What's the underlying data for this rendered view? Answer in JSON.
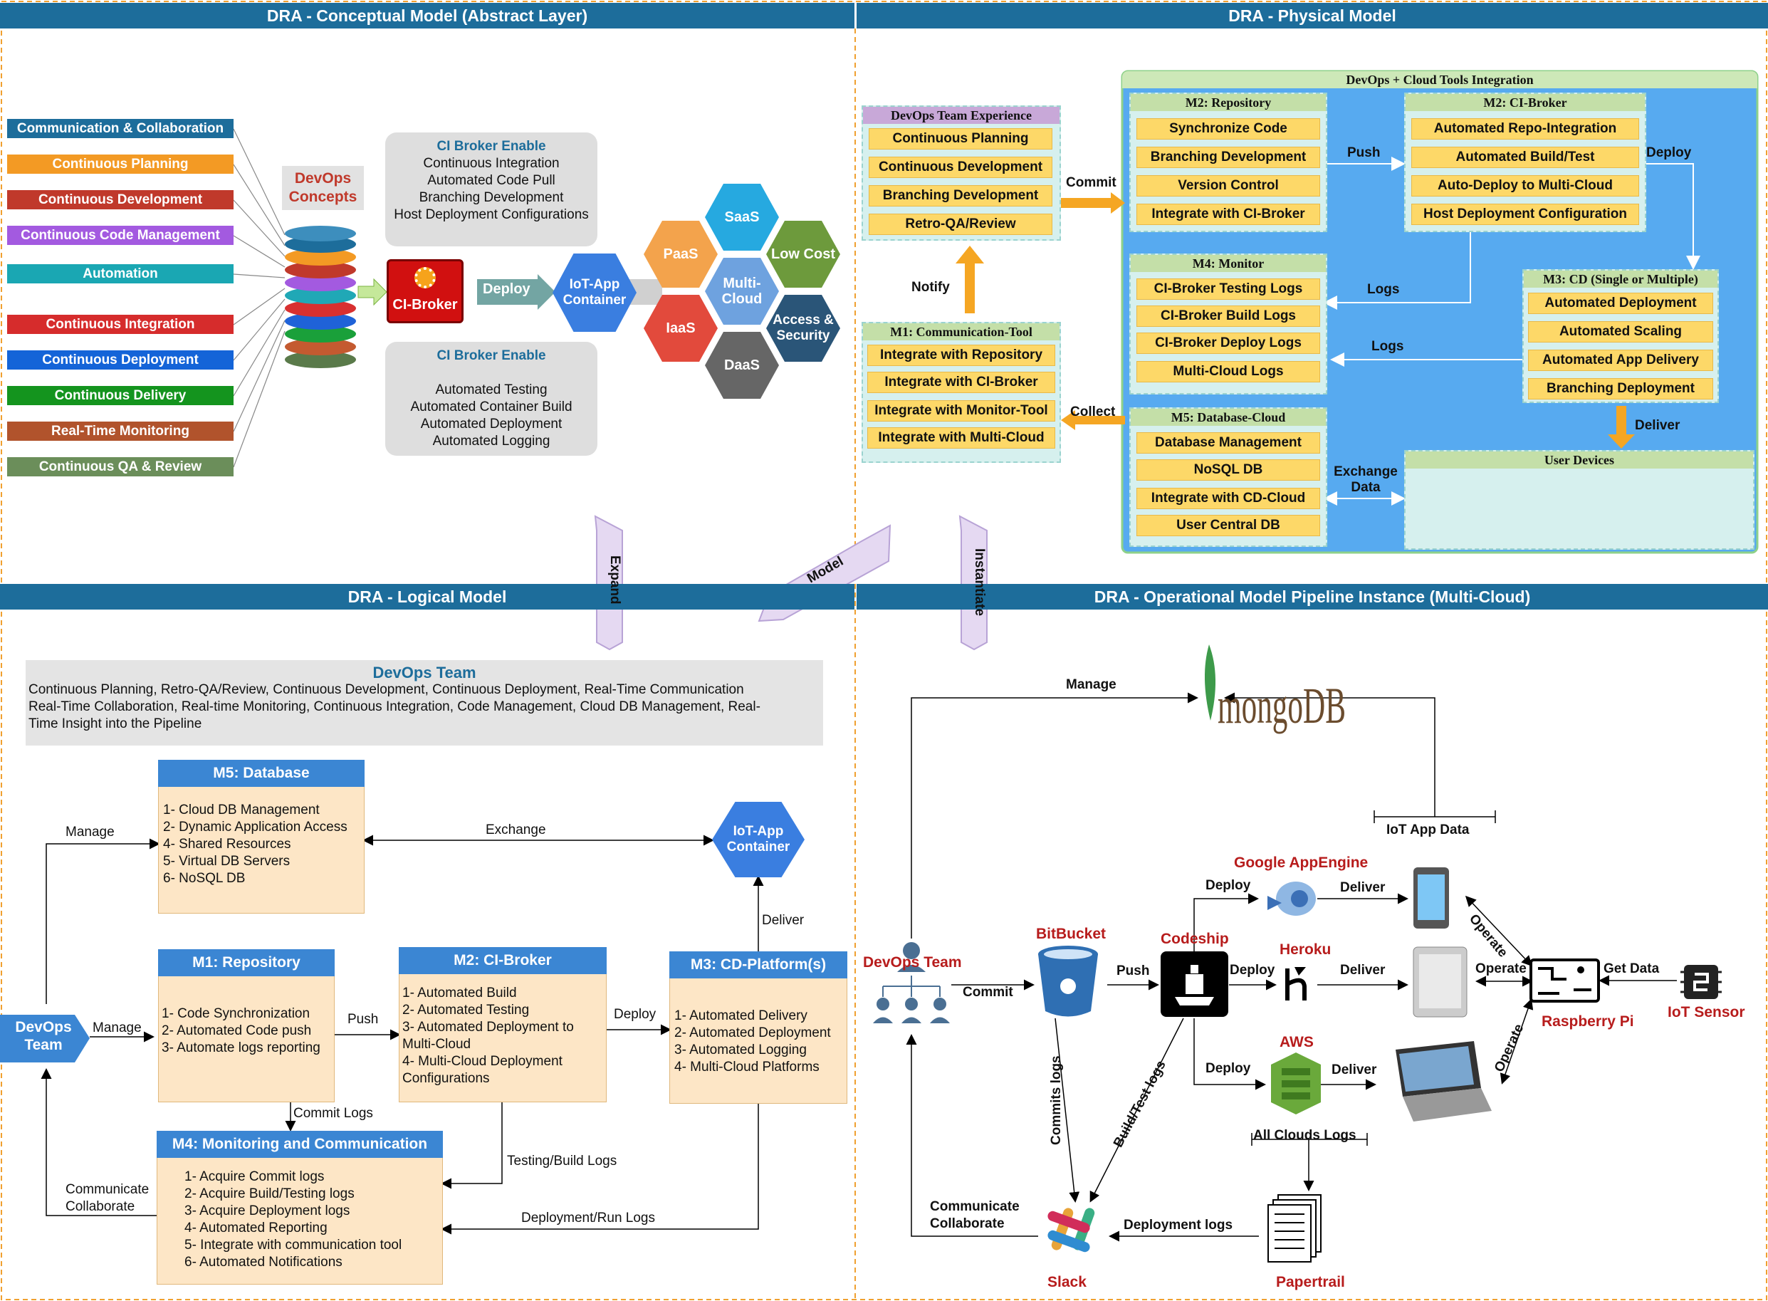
{
  "bands": {
    "conceptual": "DRA - Conceptual Model (Abstract Layer)",
    "physical": "DRA - Physical Model",
    "logical": "DRA - Logical Model",
    "operational": "DRA - Operational Model Pipeline Instance (Multi-Cloud)"
  },
  "colors": {
    "band": "#1d6d9b",
    "panel": "#57aaf0",
    "yellow": "#fdd868",
    "orange_box": "#fde6c6",
    "blue_head": "#3b86d3"
  },
  "concepts": [
    {
      "label": "Communication & Collaboration",
      "color": "#1d6d9b"
    },
    {
      "label": "Continuous Planning",
      "color": "#f39a24"
    },
    {
      "label": "Continuous Development",
      "color": "#c0392b"
    },
    {
      "label": "Continuous Code Management",
      "color": "#a35ae0"
    },
    {
      "label": "Automation",
      "color": "#1aa7b3"
    },
    {
      "label": "Continuous Integration",
      "color": "#d62c2c"
    },
    {
      "label": "Continuous Deployment",
      "color": "#1464d8"
    },
    {
      "label": "Continuous Delivery",
      "color": "#14941e"
    },
    {
      "label": "Real-Time Monitoring",
      "color": "#b1532c"
    },
    {
      "label": "Continuous QA & Review",
      "color": "#6b8e5a"
    }
  ],
  "conceptual": {
    "devops_concepts": "DevOps Concepts",
    "card1": {
      "title": "CI Broker Enable",
      "lines": [
        "Continuous Integration",
        "Automated Code Pull",
        "Branching Development",
        "Host Deployment Configurations"
      ]
    },
    "card2": {
      "title": "CI Broker Enable",
      "lines": [
        "Automated Testing",
        "Automated Container Build",
        "Automated Deployment",
        "Automated Logging"
      ]
    },
    "ci_broker": "CI-Broker",
    "deploy": "Deploy",
    "iot_container": "IoT-App Container",
    "hexes": {
      "saas": "SaaS",
      "paas": "PaaS",
      "lowcost": "Low Cost",
      "multicloud": "Multi-Cloud",
      "iaas": "IaaS",
      "access": "Access & Security",
      "daas": "DaaS"
    }
  },
  "physical": {
    "integration_title": "DevOps + Cloud Tools Integration",
    "team_exp": {
      "title": "DevOps Team Experience",
      "items": [
        "Continuous Planning",
        "Continuous Development",
        "Branching Development",
        "Retro-QA/Review"
      ]
    },
    "m1": {
      "title": "M1: Communication-Tool",
      "items": [
        "Integrate with Repository",
        "Integrate with CI-Broker",
        "Integrate with Monitor-Tool",
        "Integrate with Multi-Cloud"
      ]
    },
    "m2": {
      "title": "M2: Repository",
      "items": [
        "Synchronize Code",
        "Branching Development",
        "Version Control",
        "Integrate with CI-Broker"
      ]
    },
    "m2ci": {
      "title": "M2: CI-Broker",
      "items": [
        "Automated Repo-Integration",
        "Automated Build/Test",
        "Auto-Deploy to Multi-Cloud",
        "Host Deployment Configuration"
      ]
    },
    "m4": {
      "title": "M4: Monitor",
      "items": [
        "CI-Broker Testing Logs",
        "CI-Broker Build Logs",
        "CI-Broker Deploy Logs",
        "Multi-Cloud Logs"
      ]
    },
    "m3": {
      "title": "M3: CD (Single or Multiple)",
      "items": [
        "Automated Deployment",
        "Automated Scaling",
        "Automated App Delivery",
        "Branching Deployment"
      ]
    },
    "m5": {
      "title": "M5: Database-Cloud",
      "items": [
        "Database Management",
        "NoSQL DB",
        "Integrate with CD-Cloud",
        "User Central DB"
      ]
    },
    "user_devices": "User Devices",
    "labels": {
      "commit": "Commit",
      "notify": "Notify",
      "collect": "Collect",
      "push": "Push",
      "deploy": "Deploy",
      "logs1": "Logs",
      "logs2": "Logs",
      "deliver": "Deliver",
      "exchange": "Exchange Data"
    }
  },
  "transitions": {
    "expand": "Expand",
    "model": "Model",
    "instantiate": "Instantiate"
  },
  "logical": {
    "team_title": "DevOps Team",
    "team_lines": [
      "Continuous Planning, Retro-QA/Review, Continuous Development, Continuous Deployment, Real-Time Communication",
      "Real-Time Collaboration, Real-time Monitoring, Continuous Integration, Code Management, Cloud DB Management, Real-",
      "Time Insight into the Pipeline"
    ],
    "m5": {
      "title": "M5: Database",
      "items": [
        "1- Cloud DB Management",
        "2- Dynamic Application Access",
        "4- Shared Resources",
        "5- Virtual DB Servers",
        "6- NoSQL DB"
      ]
    },
    "m1": {
      "title": "M1: Repository",
      "items": [
        "1- Code Synchronization",
        "2- Automated Code push",
        "3- Automate logs reporting"
      ]
    },
    "m2": {
      "title": "M2: CI-Broker",
      "items": [
        "1- Automated Build",
        "2- Automated Testing",
        "3- Automated Deployment to Multi-Cloud",
        "4- Multi-Cloud Deployment Configurations"
      ]
    },
    "m3": {
      "title": "M3: CD-Platform(s)",
      "items": [
        "1- Automated Delivery",
        "2- Automated Deployment",
        "3- Automated  Logging",
        "4- Multi-Cloud Platforms"
      ]
    },
    "m4": {
      "title": "M4: Monitoring and Communication",
      "items": [
        "1- Acquire Commit logs",
        "2- Acquire Build/Testing logs",
        "3- Acquire Deployment logs",
        "4- Automated Reporting",
        "5- Integrate with communication tool",
        "6- Automated Notifications"
      ]
    },
    "devops_team": "DevOps Team",
    "iot_container": "IoT-App Container",
    "labels": {
      "manage_top": "Manage",
      "manage": "Manage",
      "exchange": "Exchange",
      "push": "Push",
      "deploy": "Deploy",
      "deliver": "Deliver",
      "commit_logs": "Commit Logs",
      "testing_logs": "Testing/Build Logs",
      "deploy_logs": "Deployment/Run Logs",
      "communicate": "Communicate",
      "collaborate": "Collaborate"
    }
  },
  "operational": {
    "mongodb": "mongoDB",
    "iot_app_data": "IoT App Data",
    "devops_team": "DevOps Team",
    "bitbucket": "BitBucket",
    "codeship": "Codeship",
    "google": "Google AppEngine",
    "heroku": "Heroku",
    "aws": "AWS",
    "raspberry": "Raspberry Pi",
    "iot_sensor": "IoT Sensor",
    "slack": "Slack",
    "papertrail": "Papertrail",
    "labels": {
      "manage": "Manage",
      "commit": "Commit",
      "push": "Push",
      "deploy1": "Deploy",
      "deploy2": "Deploy",
      "deploy3": "Deploy",
      "deliver1": "Deliver",
      "deliver2": "Deliver",
      "deliver3": "Deliver",
      "operate1": "Operate",
      "operate2": "Operate",
      "operate3": "Operate",
      "get_data": "Get Data",
      "commits_logs": "Commits logs",
      "build_logs": "Build/Test logs",
      "all_logs": "All Clouds Logs",
      "deployment_logs": "Deployment logs",
      "communicate": "Communicate",
      "collaborate": "Collaborate"
    }
  }
}
